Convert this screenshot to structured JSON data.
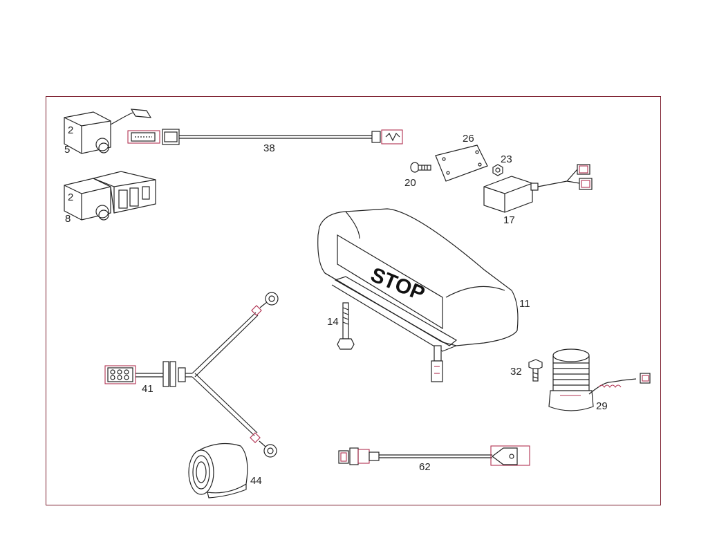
{
  "parts": {
    "p5": "5",
    "p38": "38",
    "p26": "26",
    "p23": "23",
    "p20": "20",
    "p17": "17",
    "p8": "8",
    "p11": "11",
    "p14": "14",
    "p32": "32",
    "p41": "41",
    "p29": "29",
    "p62": "62",
    "p44": "44"
  },
  "sign_text": "STOP",
  "switch_mark": "2",
  "colors": {
    "frame": "#7a1a2a",
    "line": "#222222",
    "accent": "#b03050"
  }
}
